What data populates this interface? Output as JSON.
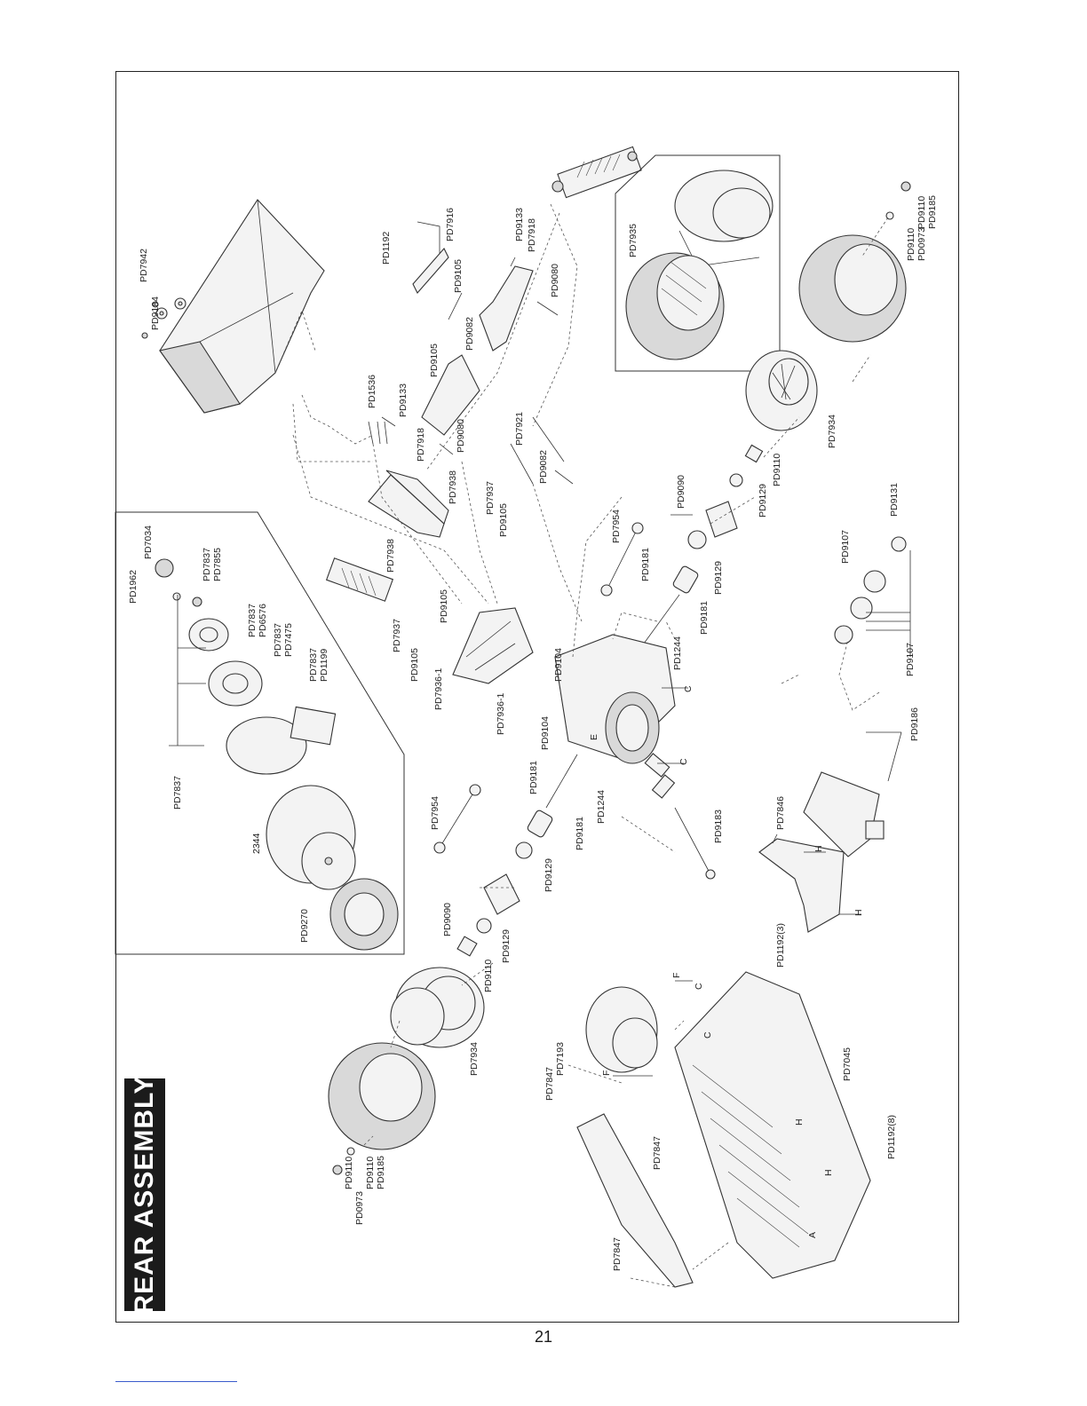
{
  "title": "REAR ASSEMBLY",
  "page_number": "21",
  "colors": {
    "title_bg": "#1b1b1b",
    "title_text": "#ffffff",
    "line": "#333333",
    "footer_rule": "#3a5bcc"
  },
  "labels": {
    "pd7942": "PD7942",
    "pd9184": "PD9184",
    "pd1192": "PD1192",
    "pd7916": "PD7916",
    "pd9133_top": "PD9133",
    "pd7918_top": "PD7918",
    "pd9105_a": "PD9105",
    "pd9082_a": "PD9082",
    "pd9080_a": "PD9080",
    "pd7935": "PD7935",
    "pd9110_tr1": "PD9110",
    "pd9185_tr": "PD9185",
    "pd9110_tr2": "PD9110",
    "pd0973_tr": "PD0973",
    "pd9105_b": "PD9105",
    "pd1536": "PD1536",
    "pd9133_b": "PD9133",
    "pd7918_b": "PD7918",
    "pd9080_b": "PD9080",
    "pd7921": "PD7921",
    "pd9082_b": "PD9082",
    "pd7938_a": "PD7938",
    "pd7938_b": "PD7938",
    "pd7937_a": "PD7937",
    "pd9105_c": "PD9105",
    "pd7934_r": "PD7934",
    "pd9110_r": "PD9110",
    "pd9129_r": "PD9129",
    "pd9090_r": "PD9090",
    "pd7954_r": "PD7954",
    "pd9129_r2": "PD9129",
    "pd9181_r1": "PD9181",
    "pd9181_r2": "PD9181",
    "pd1244_r": "PD1244",
    "pd9104_a": "PD9104",
    "pd9105_d": "PD9105",
    "pd7937_b": "PD7937",
    "pd9105_e": "PD9105",
    "pd7936_a": "PD7936-1",
    "pd7936_b": "PD7936-1",
    "pd1962": "PD1962",
    "pd7034": "PD7034",
    "pd7837_a": "PD7837",
    "pd7855": "PD7855",
    "pd7837_b": "PD7837",
    "pd6576": "PD6576",
    "pd7837_c": "PD7837",
    "pd7475": "PD7475",
    "pd7837_d": "PD7837",
    "pd1199": "PD1199",
    "pd7837_e": "PD7837",
    "pd2344": "2344",
    "pd9270": "PD9270",
    "pd9104_b": "PD9104",
    "pd9181_l1": "PD9181",
    "pd9181_l2": "PD9181",
    "pd1244_l": "PD1244",
    "pd9183": "PD9183",
    "pd7954_l": "PD7954",
    "pd9129_l1": "PD9129",
    "pd9090_l": "PD9090",
    "pd9129_l2": "PD9129",
    "pd9110_l": "PD9110",
    "pd7934_l": "PD7934",
    "pd9110_bl": "PD9110",
    "pd9185_bl": "PD9185",
    "pd9110_bl2": "PD9110",
    "pd0973_bl": "PD0973",
    "pd9131": "PD9131",
    "pd9107_a": "PD9107",
    "pd9107_b": "PD9107",
    "pd9186": "PD9186",
    "pd7846": "PD7846",
    "pd1192_3": "PD1192(3)",
    "pd7045": "PD7045",
    "pd1192_8": "PD1192(8)",
    "pd7193": "PD7193",
    "pd7847_a": "PD7847",
    "pd7847_b": "PD7847",
    "pd7847_c": "PD7847",
    "mark_c1": "C",
    "mark_c2": "C",
    "mark_e": "E",
    "mark_h1": "H",
    "mark_h2": "H",
    "mark_f1": "F",
    "mark_f2": "F",
    "mark_c3": "C",
    "mark_c4": "C",
    "mark_h3": "H",
    "mark_h4": "H",
    "mark_a": "A"
  }
}
